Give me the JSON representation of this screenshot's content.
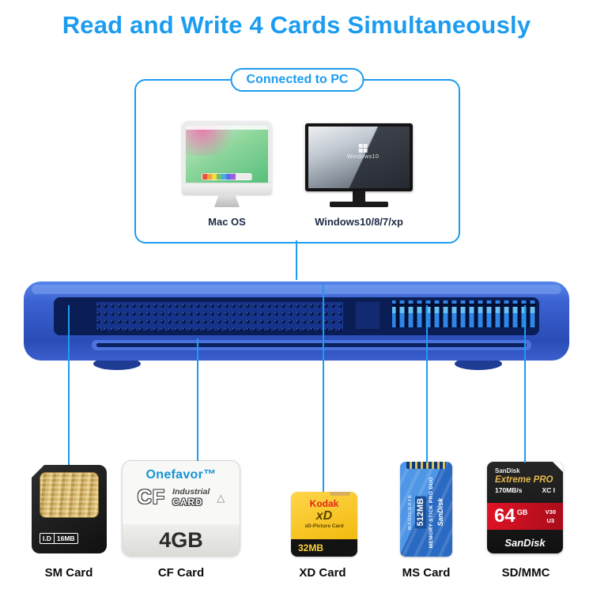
{
  "title": "Read and Write 4 Cards Simultaneously",
  "colors": {
    "accent": "#1b9cf0",
    "device_body": "#2f55c0",
    "sd_red": "#d6101f",
    "xd_yellow": "#f2bc00",
    "ms_blue": "#2a6ac2",
    "mac_green": "#6fc888"
  },
  "pc_box": {
    "label": "Connected to PC",
    "mac_label": "Mac OS",
    "windows_label": "Windows10/8/7/xp",
    "windows_screen_text": "Windows10"
  },
  "cards": {
    "sm": {
      "label": "SM Card",
      "id": "I.D",
      "capacity": "16MB"
    },
    "cf": {
      "label": "CF Card",
      "brand": "Onefavor™",
      "logo": "CF",
      "industrial": "Industrial",
      "card_word": "CARD",
      "capacity": "4GB"
    },
    "xd": {
      "label": "XD Card",
      "brand": "Kodak",
      "logo": "xD",
      "subtitle": "xD-Picture Card",
      "capacity": "32MB"
    },
    "ms": {
      "label": "MS Card",
      "brand": "SanDisk",
      "product": "MEMORY STICK PRO DUO",
      "capacity": "512MB",
      "feature": "MAGICGATE"
    },
    "sd": {
      "label": "SD/MMC",
      "brand_top": "SanDisk",
      "series": "Extreme PRO",
      "speed": "170MB/s",
      "bus": "XC I",
      "capacity": "64",
      "unit": "GB",
      "video_class": "V30",
      "uhs_class": "U3",
      "brand_bottom": "SanDisk"
    }
  }
}
